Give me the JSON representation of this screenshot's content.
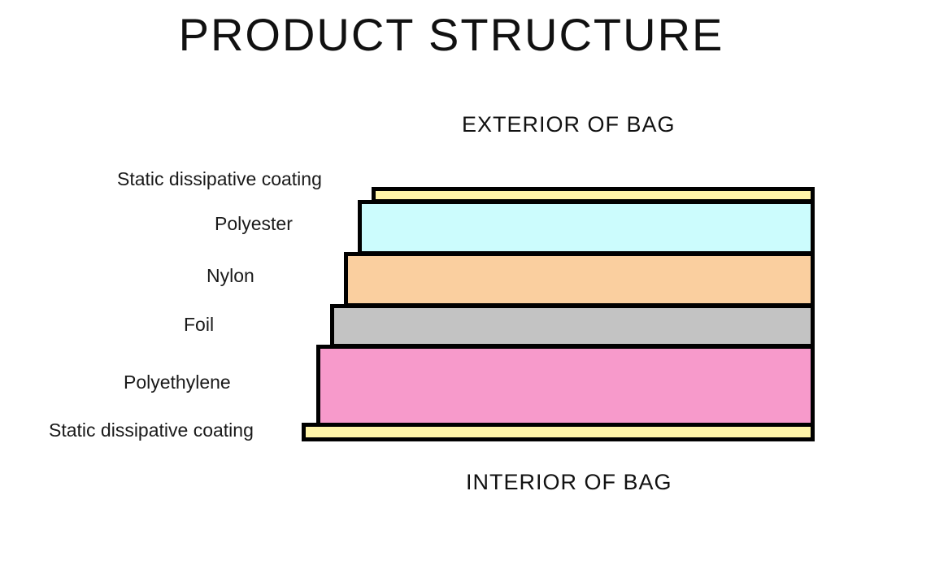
{
  "title": "PRODUCT STRUCTURE",
  "exterior_label": "EXTERIOR OF BAG",
  "interior_label": "INTERIOR OF BAG",
  "layers": [
    {
      "name": "Static dissipative coating",
      "color": "#FFF4A8"
    },
    {
      "name": "Polyester",
      "color": "#CCFCFD"
    },
    {
      "name": "Nylon",
      "color": "#FACF9F"
    },
    {
      "name": "Foil",
      "color": "#C3C3C3"
    },
    {
      "name": "Polyethylene",
      "color": "#F79ACB"
    },
    {
      "name": "Static dissipative coating",
      "color": "#FFF4A8"
    }
  ]
}
